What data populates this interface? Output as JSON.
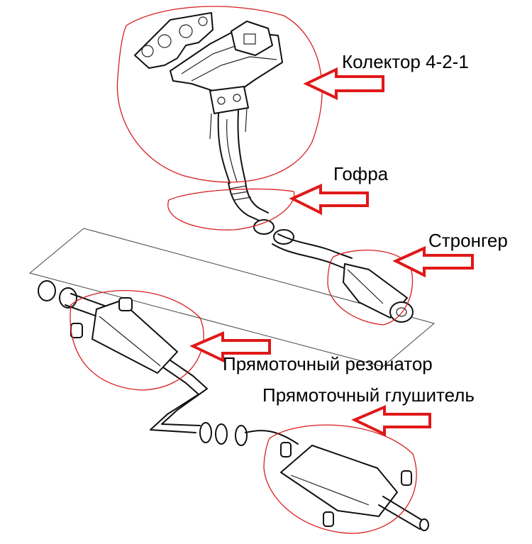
{
  "labels": {
    "collector": "Колектор 4-2-1",
    "corrugation": "Гофра",
    "stronger": "Стронгер",
    "resonator": "Прямоточный резонатор",
    "muffler": "Прямоточный глушитель"
  },
  "colors": {
    "highlight": "#d61f1f",
    "arrow_stroke": "#e01818",
    "line_art": "#111111",
    "background": "#ffffff"
  }
}
